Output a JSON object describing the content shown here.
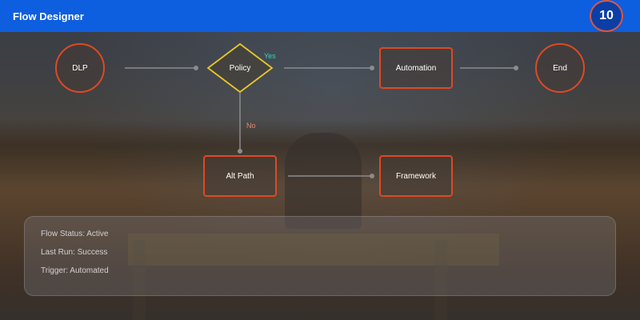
{
  "header": {
    "title": "Flow Designer",
    "badge": "10"
  },
  "nodes": {
    "dlp": "DLP",
    "policy": "Policy",
    "automation": "Automation",
    "end": "End",
    "alt_path": "Alt Path",
    "framework": "Framework"
  },
  "edges": {
    "yes_label": "Yes",
    "no_label": "No"
  },
  "status": {
    "flow_status": "Flow Status: Active",
    "last_run": "Last Run: Success",
    "trigger": "Trigger: Automated"
  },
  "colors": {
    "header": "#0e5ee0",
    "node_border": "#de4a22",
    "decision_border": "#e9c82a",
    "yes_label": "#2fd4c0",
    "no_label": "#e28a74",
    "connector": "#8c8c8c"
  }
}
